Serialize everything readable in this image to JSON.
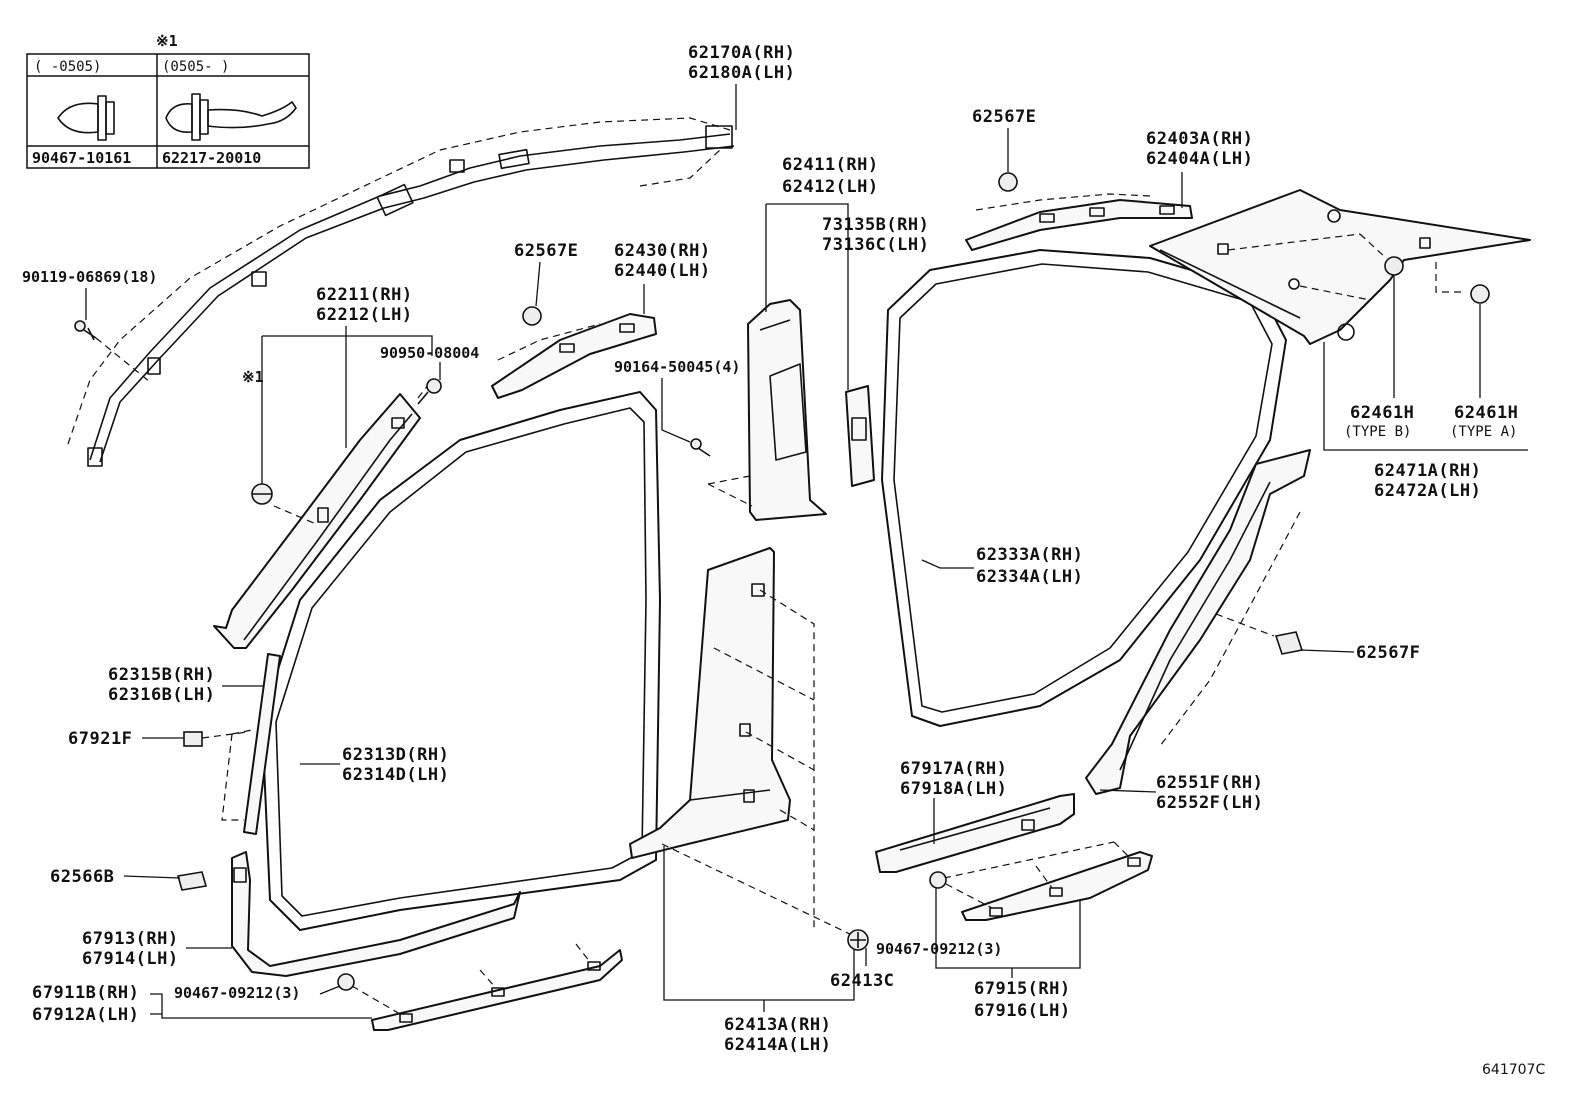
{
  "legend": {
    "marker": "※1",
    "col1_header": "(    -0505)",
    "col2_header": "(0505-    )",
    "col1_part": "90467-10161",
    "col2_part": "62217-20010"
  },
  "callouts": {
    "p62170": [
      "62170A(RH)",
      "62180A(LH)"
    ],
    "p90119": [
      "90119-06869(18)"
    ],
    "p62211": [
      "62211(RH)",
      "62212(LH)"
    ],
    "p90950": [
      "90950-08004"
    ],
    "marker_left": [
      "※1"
    ],
    "p62567e_left": [
      "62567E"
    ],
    "p62430": [
      "62430(RH)",
      "62440(LH)"
    ],
    "p90164": [
      "90164-50045(4)"
    ],
    "p62411": [
      "62411(RH)",
      "62412(LH)"
    ],
    "p73135": [
      "73135B(RH)",
      "73136C(LH)"
    ],
    "p62567e_right": [
      "62567E"
    ],
    "p62403": [
      "62403A(RH)",
      "62404A(LH)"
    ],
    "p62461b": [
      "62461H",
      "(TYPE B)"
    ],
    "p62461a": [
      "62461H",
      "(TYPE A)"
    ],
    "p62471": [
      "62471A(RH)",
      "62472A(LH)"
    ],
    "p62333": [
      "62333A(RH)",
      "62334A(LH)"
    ],
    "p62567f": [
      "62567F"
    ],
    "p62315": [
      "62315B(RH)",
      "62316B(LH)"
    ],
    "p67921": [
      "67921F"
    ],
    "p62313": [
      "62313D(RH)",
      "62314D(LH)"
    ],
    "p67917": [
      "67917A(RH)",
      "67918A(LH)"
    ],
    "p62551": [
      "62551F(RH)",
      "62552F(LH)"
    ],
    "p62566": [
      "62566B"
    ],
    "p67913": [
      "67913(RH)",
      "67914(LH)"
    ],
    "p90467_left": [
      "90467-09212(3)"
    ],
    "p67911": [
      "67911B(RH)",
      "67912A(LH)"
    ],
    "p90467_right": [
      "90467-09212(3)"
    ],
    "p62413c": [
      "62413C"
    ],
    "p62413a": [
      "62413A(RH)",
      "62414A(LH)"
    ],
    "p67915": [
      "67915(RH)",
      "67916(LH)"
    ]
  },
  "figure_id": "641707C"
}
